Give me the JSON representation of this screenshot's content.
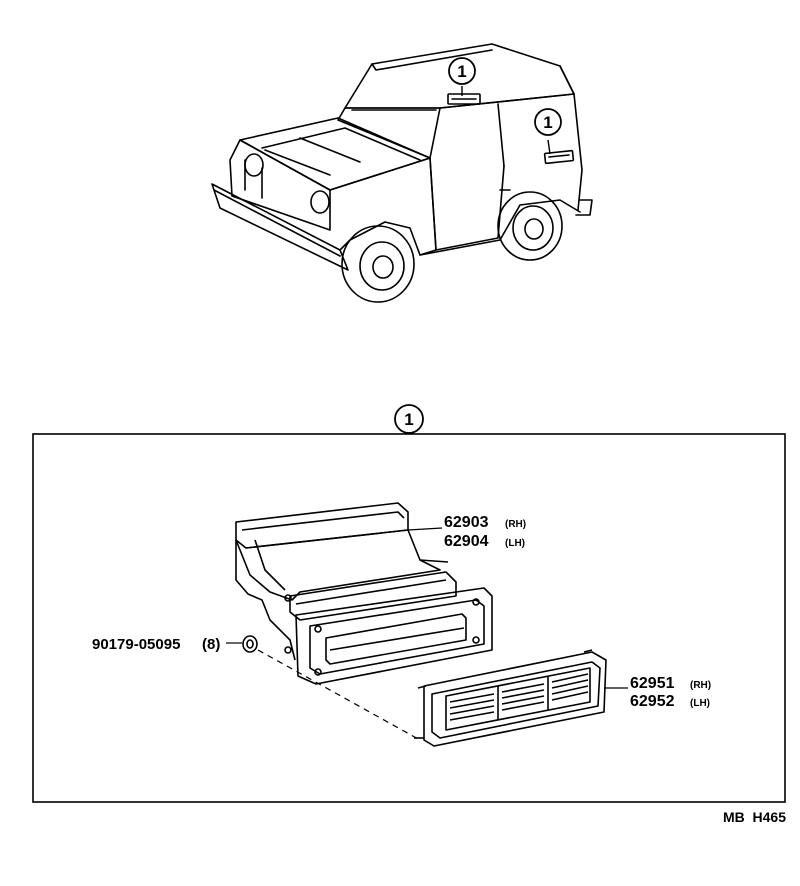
{
  "callout_number": "1",
  "parts": [
    {
      "number": "62903",
      "side": "(RH)"
    },
    {
      "number": "62904",
      "side": "(LH)"
    },
    {
      "number": "90179-05095",
      "qty": "(8)"
    },
    {
      "number": "62951",
      "side": "(RH)"
    },
    {
      "number": "62952",
      "side": "(LH)"
    }
  ],
  "reference_code": "MB  H465",
  "colors": {
    "ink": "#000000",
    "paper": "#ffffff"
  }
}
